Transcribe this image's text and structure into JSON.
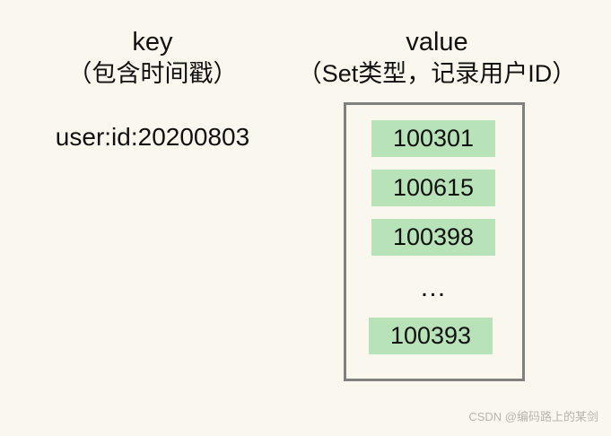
{
  "colors": {
    "background": "#faf7ee",
    "box_border": "#808080",
    "item_fill": "#b8e2b8",
    "text": "#111111",
    "watermark": "#b9b6ab"
  },
  "key_column": {
    "heading": "key",
    "subheading": "（包含时间戳）",
    "key_text": "user:id:20200803"
  },
  "value_column": {
    "heading": "value",
    "subheading": "（Set类型，记录用户ID）",
    "set_items": [
      "100301",
      "100615",
      "100398",
      "100393"
    ],
    "ellipsis": "…"
  },
  "watermark": {
    "text": "CSDN @编码路上的某剑"
  }
}
